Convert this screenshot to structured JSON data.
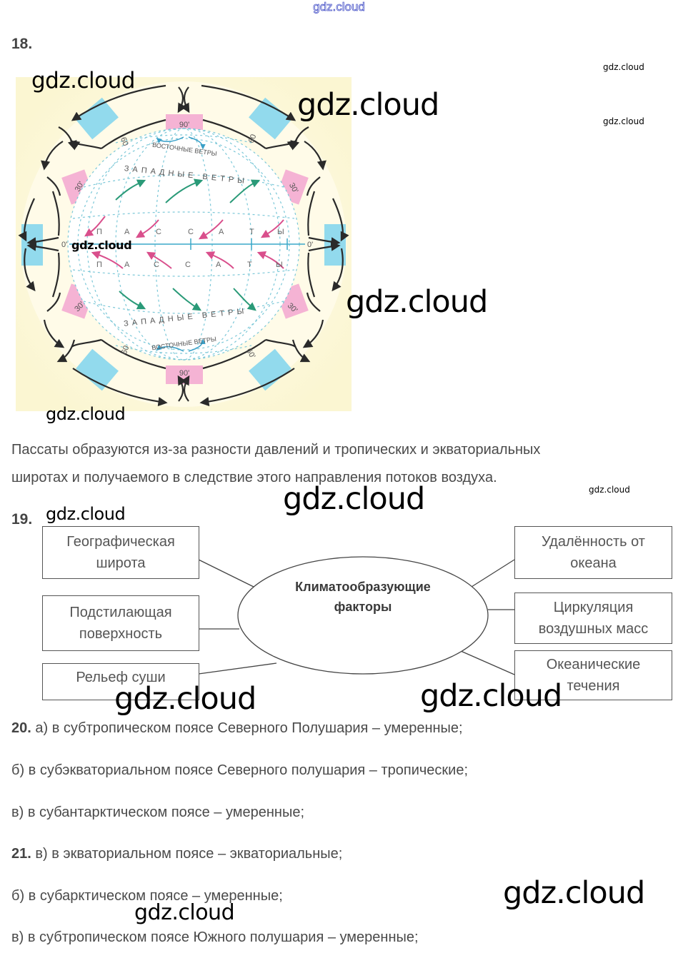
{
  "watermarks": {
    "top": "gdz.cloud",
    "text": "gdz.cloud"
  },
  "task18": {
    "number": "18.",
    "figure": {
      "labels": {
        "pole_north": "90'",
        "pole_south": "90'",
        "lat30_nw": "30'",
        "lat30_ne": "30'",
        "lat30_sw": "30'",
        "lat30_se": "30'",
        "lat60_nw": "60",
        "lat60_ne": "60",
        "lat60_sw": "60",
        "lat60_se": "60'",
        "equator_left": "0'",
        "equator_right": "0'",
        "polar_easterlies_north": "ВОСТОЧНЫЕ ВЕТРЫ",
        "polar_easterlies_south": "ВОСТОЧНЫЕ ВЕТРЫ",
        "westerlies_north": "З А П А Д Н Ы Е   В Е Т Р Ы",
        "westerlies_south": "З А П А Д Н Ы Е   В Е Т Р Ы",
        "trade_winds_north": [
          "П",
          "А",
          "С",
          "С",
          "А",
          "Т",
          "Ы"
        ],
        "trade_winds_south": [
          "П",
          "А",
          "С",
          "С",
          "А",
          "Т",
          "Ы"
        ]
      },
      "colors": {
        "pressure_high": "#f4a6d0",
        "pressure_low": "#7fd4ee",
        "background": "#fdfbe6",
        "westerly_arrow": "#2a9a78",
        "trade_arrow": "#d94f8c",
        "grid": "#7cc8d8"
      }
    },
    "answer": [
      "Пассаты образуются из-за разности давлений и тропических и экваториальных",
      "широтах и получаемого в следствие этого направления потоков воздуха."
    ]
  },
  "task19": {
    "number": "19.",
    "center": [
      "Климатообразующие",
      "факторы"
    ],
    "left_boxes": [
      [
        "Географическая",
        "широта"
      ],
      [
        "Подстилающая",
        "поверхность"
      ],
      [
        "Рельеф суши"
      ]
    ],
    "right_boxes": [
      [
        "Удалённость от",
        "океана"
      ],
      [
        "Циркуляция",
        "воздушных масс"
      ],
      [
        "Океанические",
        "течения"
      ]
    ]
  },
  "task20": {
    "number": "20.",
    "lines": [
      "а) в субтропическом поясе Северного Полушария – умеренные;",
      "б) в субэкваториальном поясе Северного полушария – тропические;",
      "в) в субантарктическом поясе – умеренные;"
    ]
  },
  "task21": {
    "number": "21.",
    "lines": [
      "в) в экваториальном поясе –  экваториальные;",
      "б) в субарктическом поясе – умеренные;",
      "в) в субтропическом поясе Южного полушария – умеренные;"
    ]
  }
}
